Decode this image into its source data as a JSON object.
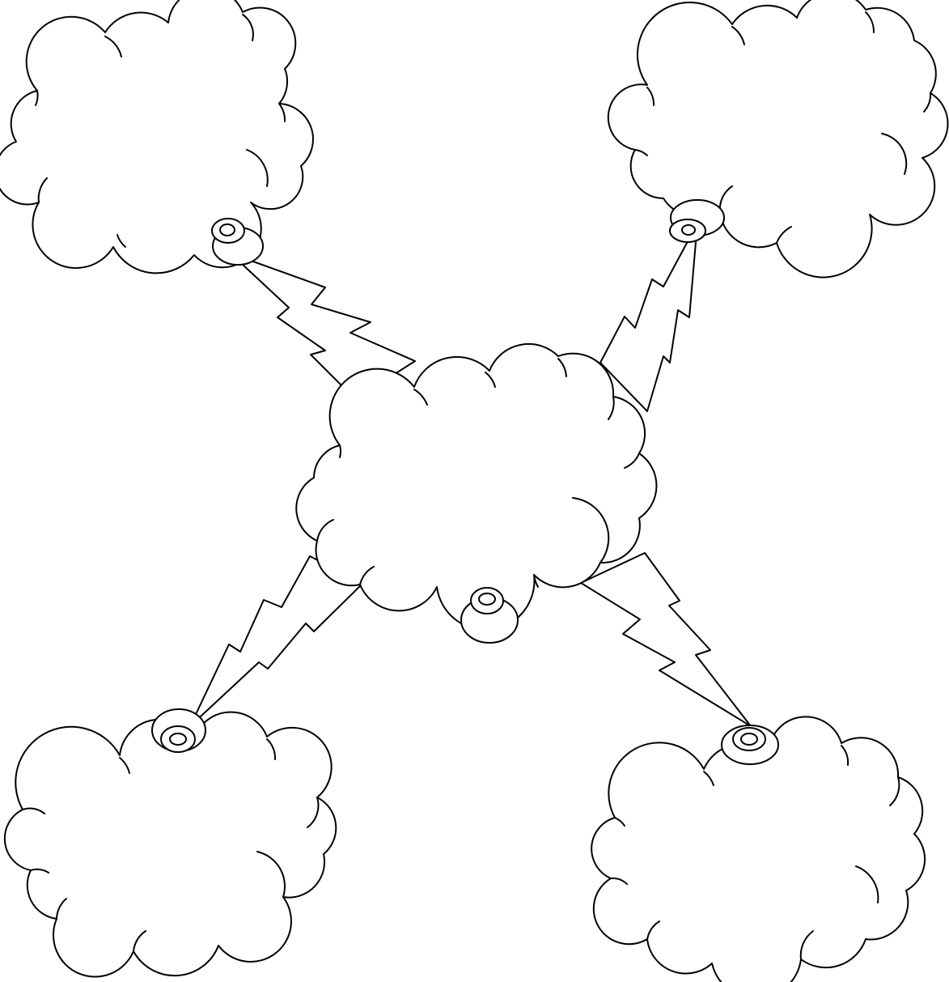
{
  "diagram": {
    "kind": "brainstorm-web",
    "center_node": {
      "shape": "cloud",
      "text": ""
    },
    "outer_nodes": [
      {
        "shape": "cloud",
        "text": ""
      },
      {
        "shape": "cloud",
        "text": ""
      },
      {
        "shape": "cloud",
        "text": ""
      },
      {
        "shape": "cloud",
        "text": ""
      }
    ],
    "connectors": [
      {
        "shape": "lightning-bolt",
        "from": "center",
        "to": "top-left"
      },
      {
        "shape": "lightning-bolt",
        "from": "center",
        "to": "top-right"
      },
      {
        "shape": "lightning-bolt",
        "from": "center",
        "to": "bottom-left"
      },
      {
        "shape": "lightning-bolt",
        "from": "center",
        "to": "bottom-right"
      }
    ],
    "line_color": "#000000",
    "fill_color": "#ffffff"
  }
}
